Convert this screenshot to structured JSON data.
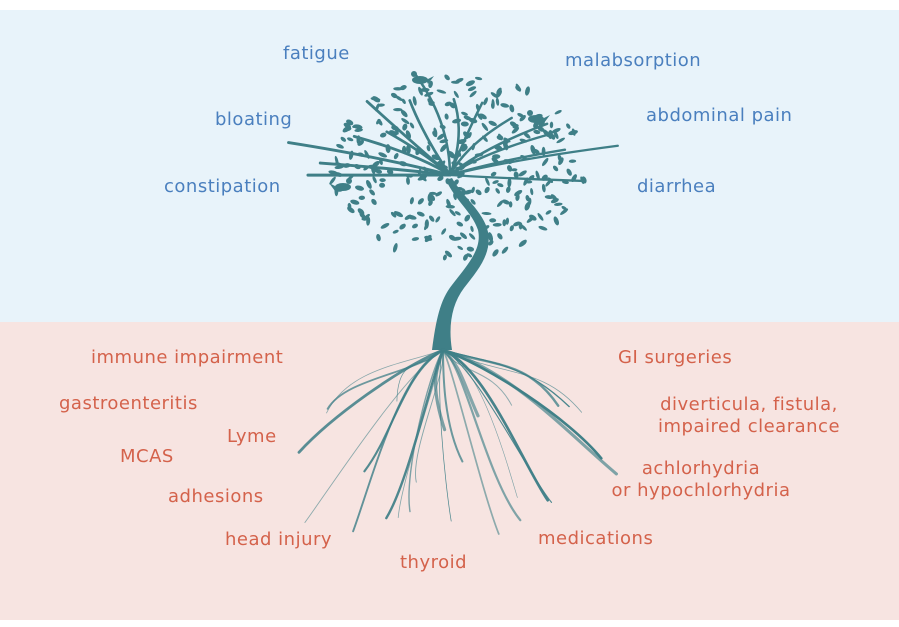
{
  "symptoms": {
    "fatigue": "fatigue",
    "malabsorption": "malabsorption",
    "bloating": "bloating",
    "abdominal_pain": "abdominal pain",
    "constipation": "constipation",
    "diarrhea": "diarrhea"
  },
  "causes": {
    "immune_impairment": "immune impairment",
    "gi_surgeries": "GI surgeries",
    "gastroenteritis": "gastroenteritis",
    "diverticula_line1": "diverticula, fistula,",
    "diverticula_line2": "impaired clearance",
    "lyme": "Lyme",
    "mcas": "MCAS",
    "achlorhydria_line1": "achlorhydria",
    "achlorhydria_line2": "or hypochlorhydria",
    "adhesions": "adhesions",
    "head_injury": "head injury",
    "medications": "medications",
    "thyroid": "thyroid"
  },
  "colors": {
    "sky_background": "#e8f3fa",
    "soil_background": "#f7e4e1",
    "symptom_text": "#4a7fbe",
    "cause_text": "#d4624b",
    "tree": "#3f7f87"
  }
}
